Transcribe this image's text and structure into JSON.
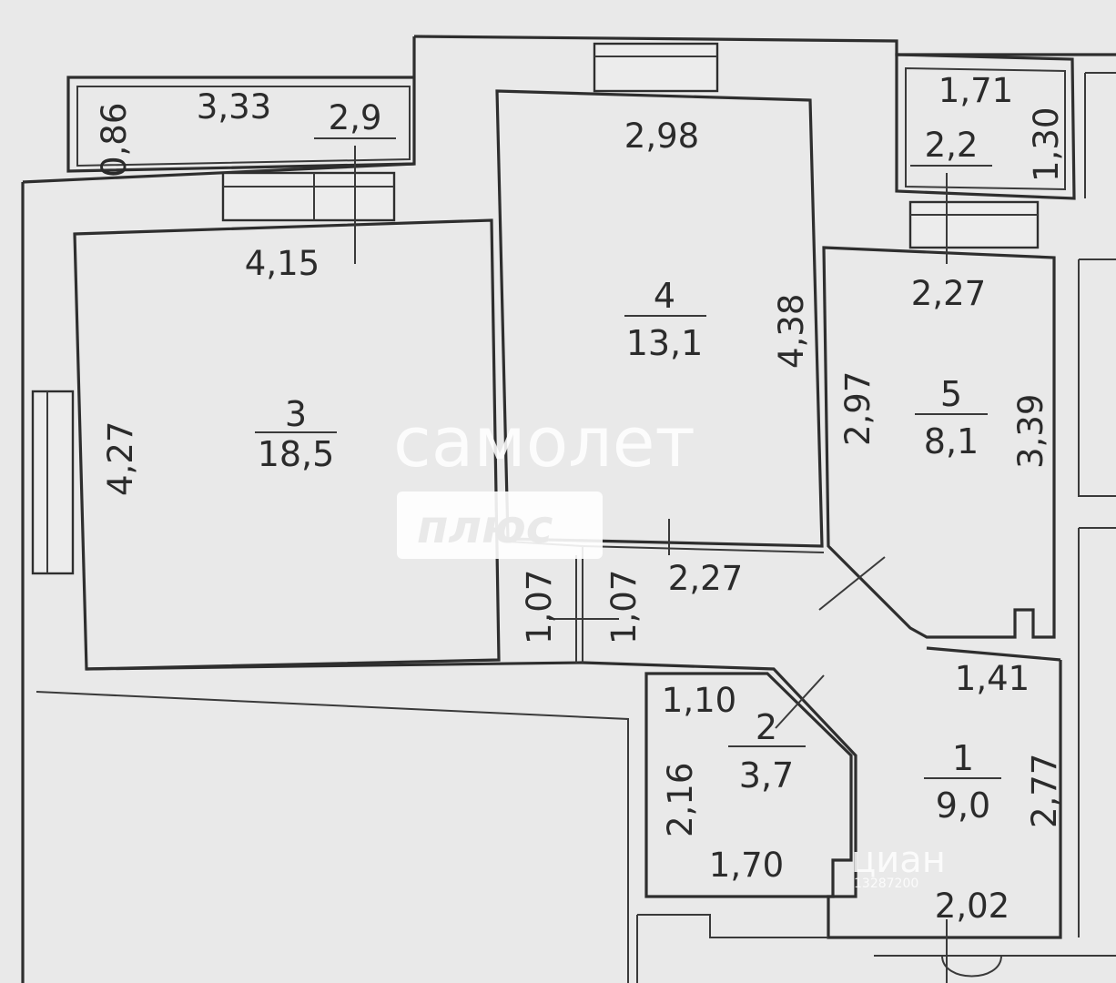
{
  "rooms": [
    {
      "number": "1",
      "area": "9,0"
    },
    {
      "number": "2",
      "area": "3,7"
    },
    {
      "number": "3",
      "area": "18,5"
    },
    {
      "number": "4",
      "area": "13,1"
    },
    {
      "number": "5",
      "area": "8,1"
    }
  ],
  "dimensions": {
    "loggia_depth": "0,86",
    "loggia_length": "3,33",
    "loggia_area": "2,9",
    "room3_width": "4,15",
    "room3_depth": "4,27",
    "room4_width": "2,98",
    "room4_depth": "4,38",
    "room5_width": "2,27",
    "room5_depth_left": "2,97",
    "room5_depth_right": "3,39",
    "balcony_length": "1,71",
    "balcony_area": "2,2",
    "balcony_depth": "1,30",
    "corridor_width": "2,27",
    "passage_left": "1,07",
    "passage_right": "1,07",
    "hall_width_top": "1,41",
    "hall_depth": "2,77",
    "hall_width_bottom": "2,02",
    "bath_top": "1,10",
    "bath_left": "2,16",
    "bath_bottom": "1,70"
  },
  "watermark": {
    "line1": "самолет",
    "line2": "плюс",
    "cian": "циан",
    "cian_id": "13287200"
  }
}
